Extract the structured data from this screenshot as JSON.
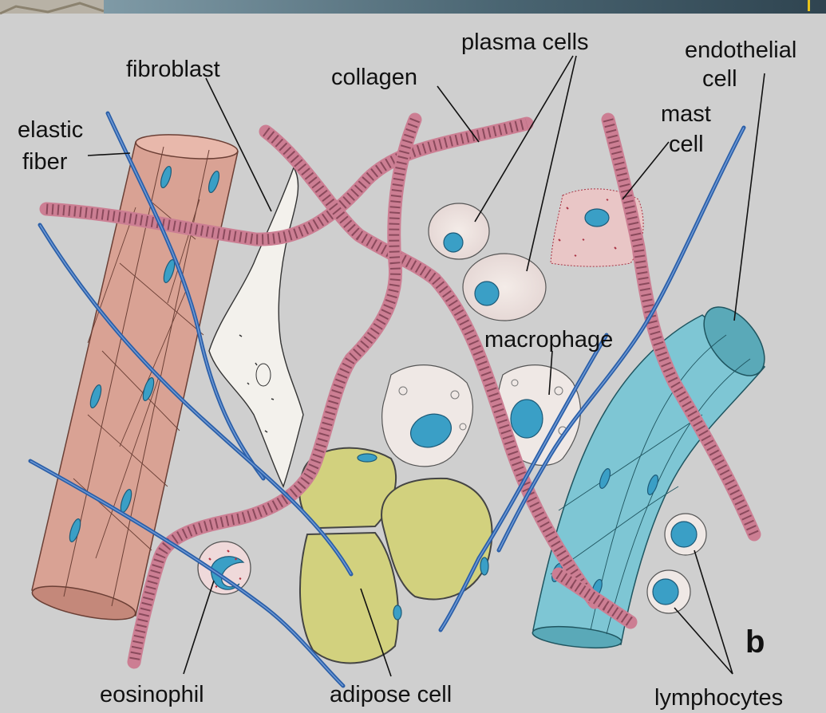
{
  "figure_letter": "b",
  "labels": {
    "fibroblast": "fibroblast",
    "collagen": "collagen",
    "plasma_cells": "plasma cells",
    "endothelial_cell_line1": "endothelial",
    "endothelial_cell_line2": "cell",
    "mast_cell_line1": "mast",
    "mast_cell_line2": "cell",
    "elastic_fiber_line1": "elastic",
    "elastic_fiber_line2": "fiber",
    "macrophage": "macrophage",
    "eosinophil": "eosinophil",
    "adipose_cell": "adipose cell",
    "lymphocytes": "lymphocytes"
  },
  "colors": {
    "background": "#cfcfcf",
    "top_banner": "#4a6572",
    "smooth_muscle": "#d9a294",
    "collagen": "#cc7e93",
    "elastic_fiber": "#2b5fa8",
    "endothelial_vessel": "#7ec6d4",
    "adipose": "#d2d17e",
    "nucleus": "#3a9fc6"
  }
}
